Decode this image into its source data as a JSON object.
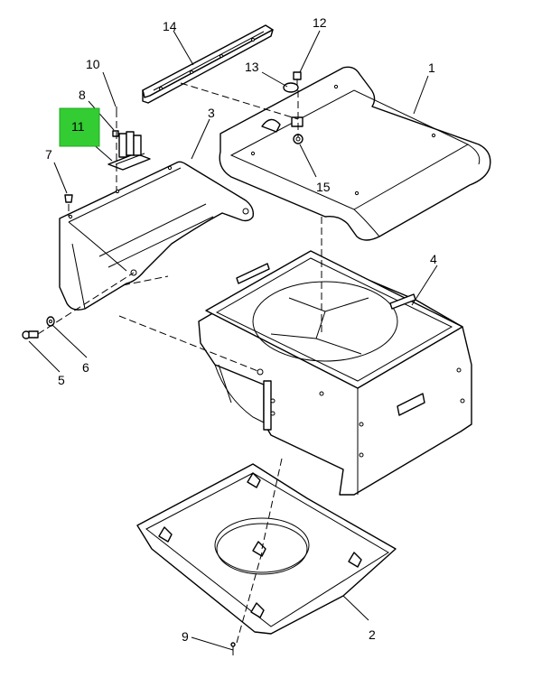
{
  "diagram": {
    "highlight_color": "#33cc33",
    "callouts": {
      "c1": "1",
      "c2": "2",
      "c3": "3",
      "c4": "4",
      "c5": "5",
      "c6": "6",
      "c7": "7",
      "c8": "8",
      "c9": "9",
      "c10": "10",
      "c11": "11",
      "c12": "12",
      "c13": "13",
      "c14": "14",
      "c15": "15"
    },
    "highlighted_callout": "11"
  }
}
